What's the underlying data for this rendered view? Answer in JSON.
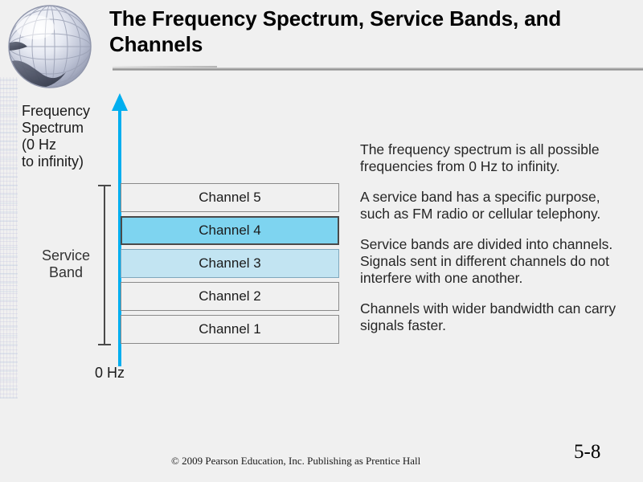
{
  "slide": {
    "title": "The Frequency Spectrum, Service Bands, and Channels",
    "slide_number": "5-8",
    "copyright": "© 2009 Pearson Education, Inc.  Publishing as Prentice Hall",
    "background_color": "#f0f0f0"
  },
  "diagram": {
    "axis_label": "Frequency\nSpectrum\n(0 Hz\nto infinity)",
    "axis_origin_label": "0 Hz",
    "band_label": "Service\nBand",
    "arrow_color": "#00aeef",
    "channels": [
      {
        "label": "Channel 5",
        "fill": "#f0f0f0",
        "style": "plain"
      },
      {
        "label": "Channel 4",
        "fill": "#7ed4f0",
        "style": "accent-strong"
      },
      {
        "label": "Channel 3",
        "fill": "#c2e4f2",
        "style": "accent-soft"
      },
      {
        "label": "Channel 2",
        "fill": "#f0f0f0",
        "style": "plain"
      },
      {
        "label": "Channel 1",
        "fill": "#f0f0f0",
        "style": "plain"
      }
    ]
  },
  "body": {
    "paragraphs": [
      "The frequency spectrum is all possible frequencies from 0 Hz to infinity.",
      "A service band has a specific purpose, such as FM radio or cellular telephony.",
      "Service bands are divided into channels. Signals sent in different channels do not interfere with one another.",
      "Channels with wider bandwidth can carry signals faster."
    ]
  }
}
